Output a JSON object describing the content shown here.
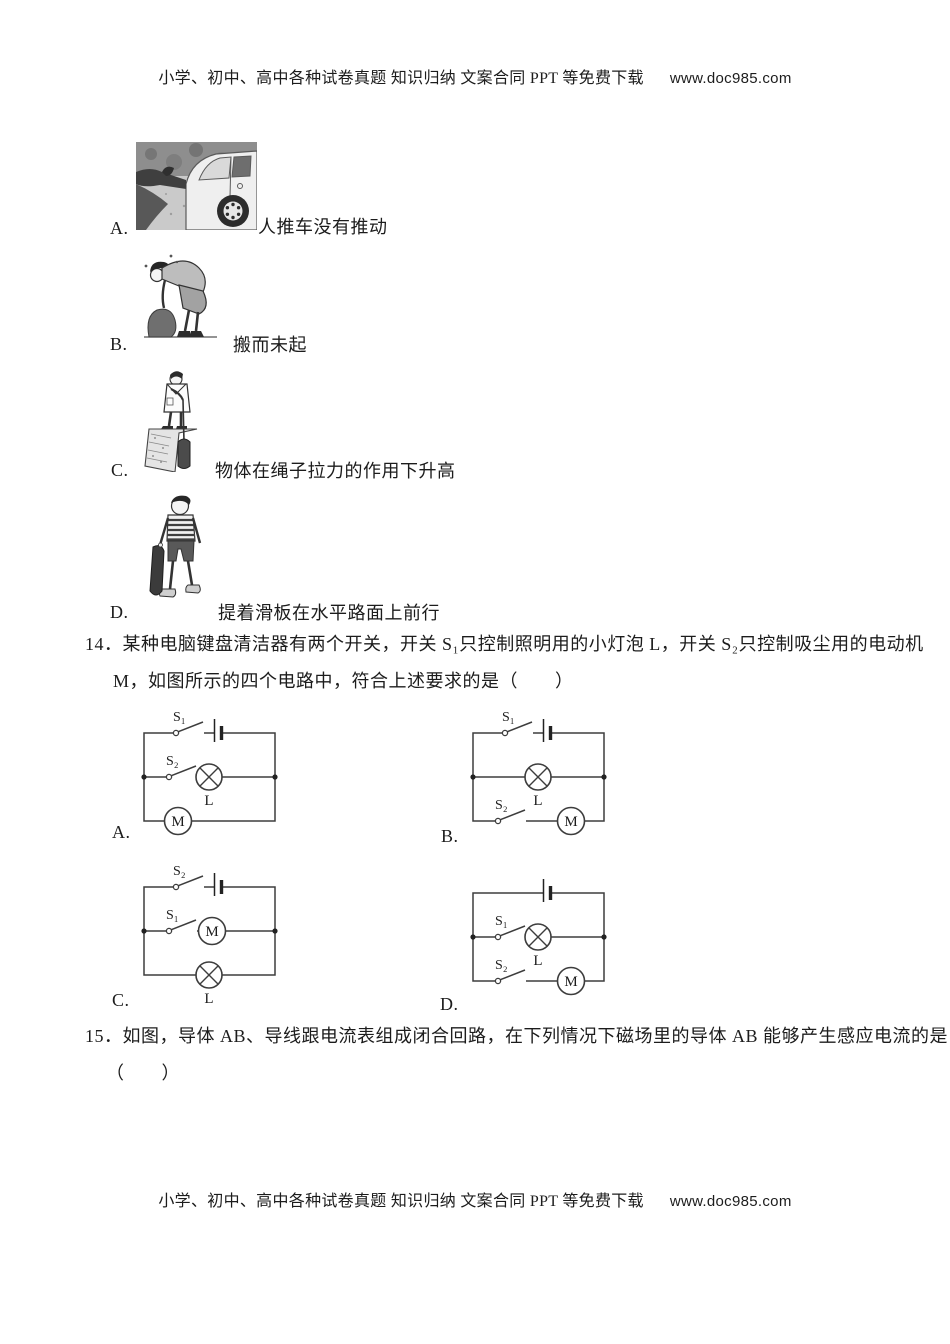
{
  "header": {
    "text": "小学、初中、高中各种试卷真题 知识归纳 文案合同 PPT 等免费下载",
    "site": "www.doc985.com"
  },
  "footer": {
    "text": "小学、初中、高中各种试卷真题 知识归纳 文案合同 PPT 等免费下载",
    "site": "www.doc985.com"
  },
  "options13": [
    {
      "label": "A.",
      "caption": "人推车没有推动",
      "illustration": "person-pushing-car-photo"
    },
    {
      "label": "B.",
      "caption": "搬而未起",
      "illustration": "person-trying-to-lift-rock"
    },
    {
      "label": "C.",
      "caption": "物体在绳子拉力的作用下升高",
      "illustration": "man-raising-object-with-rope"
    },
    {
      "label": "D.",
      "caption": "提着滑板在水平路面上前行",
      "illustration": "boy-carrying-skateboard"
    }
  ],
  "q14": {
    "line1": "14．某种电脑键盘清洁器有两个开关，开关 S₁只控制照明用的小灯泡 L，开关 S₂只控制吸尘用的电动机",
    "line2": "M，如图所示的四个电路中，符合上述要求的是（　　）",
    "circuits": [
      {
        "label": "A.",
        "top": [
          {
            "type": "switch",
            "name": "S₁"
          },
          {
            "type": "battery"
          }
        ],
        "middle": [
          {
            "type": "switch",
            "name": "S₂"
          },
          {
            "type": "lamp",
            "name": "L"
          }
        ],
        "bottom": [
          {
            "type": "motor",
            "name": "M"
          }
        ]
      },
      {
        "label": "B.",
        "top": [
          {
            "type": "switch",
            "name": "S₁"
          },
          {
            "type": "battery"
          }
        ],
        "middle": [
          {
            "type": "lamp",
            "name": "L"
          }
        ],
        "bottom": [
          {
            "type": "switch",
            "name": "S₂"
          },
          {
            "type": "motor",
            "name": "M"
          }
        ]
      },
      {
        "label": "C.",
        "top": [
          {
            "type": "switch",
            "name": "S₂"
          },
          {
            "type": "battery"
          }
        ],
        "middle": [
          {
            "type": "switch",
            "name": "S₁"
          },
          {
            "type": "motor",
            "name": "M"
          }
        ],
        "bottom": [
          {
            "type": "lamp",
            "name": "L"
          }
        ]
      },
      {
        "label": "D.",
        "top": [
          {
            "type": "battery"
          }
        ],
        "middle": [
          {
            "type": "switch",
            "name": "S₁"
          },
          {
            "type": "lamp",
            "name": "L"
          }
        ],
        "bottom": [
          {
            "type": "switch",
            "name": "S₂"
          },
          {
            "type": "motor",
            "name": "M"
          }
        ]
      }
    ]
  },
  "q15": {
    "line1": "15．如图，导体 AB、导线跟电流表组成闭合回路，在下列情况下磁场里的导体 AB 能够产生感应电流的是",
    "line2": "（　　）"
  },
  "colors": {
    "ink": "#1c1c1c",
    "wire": "#3d3d3d"
  }
}
